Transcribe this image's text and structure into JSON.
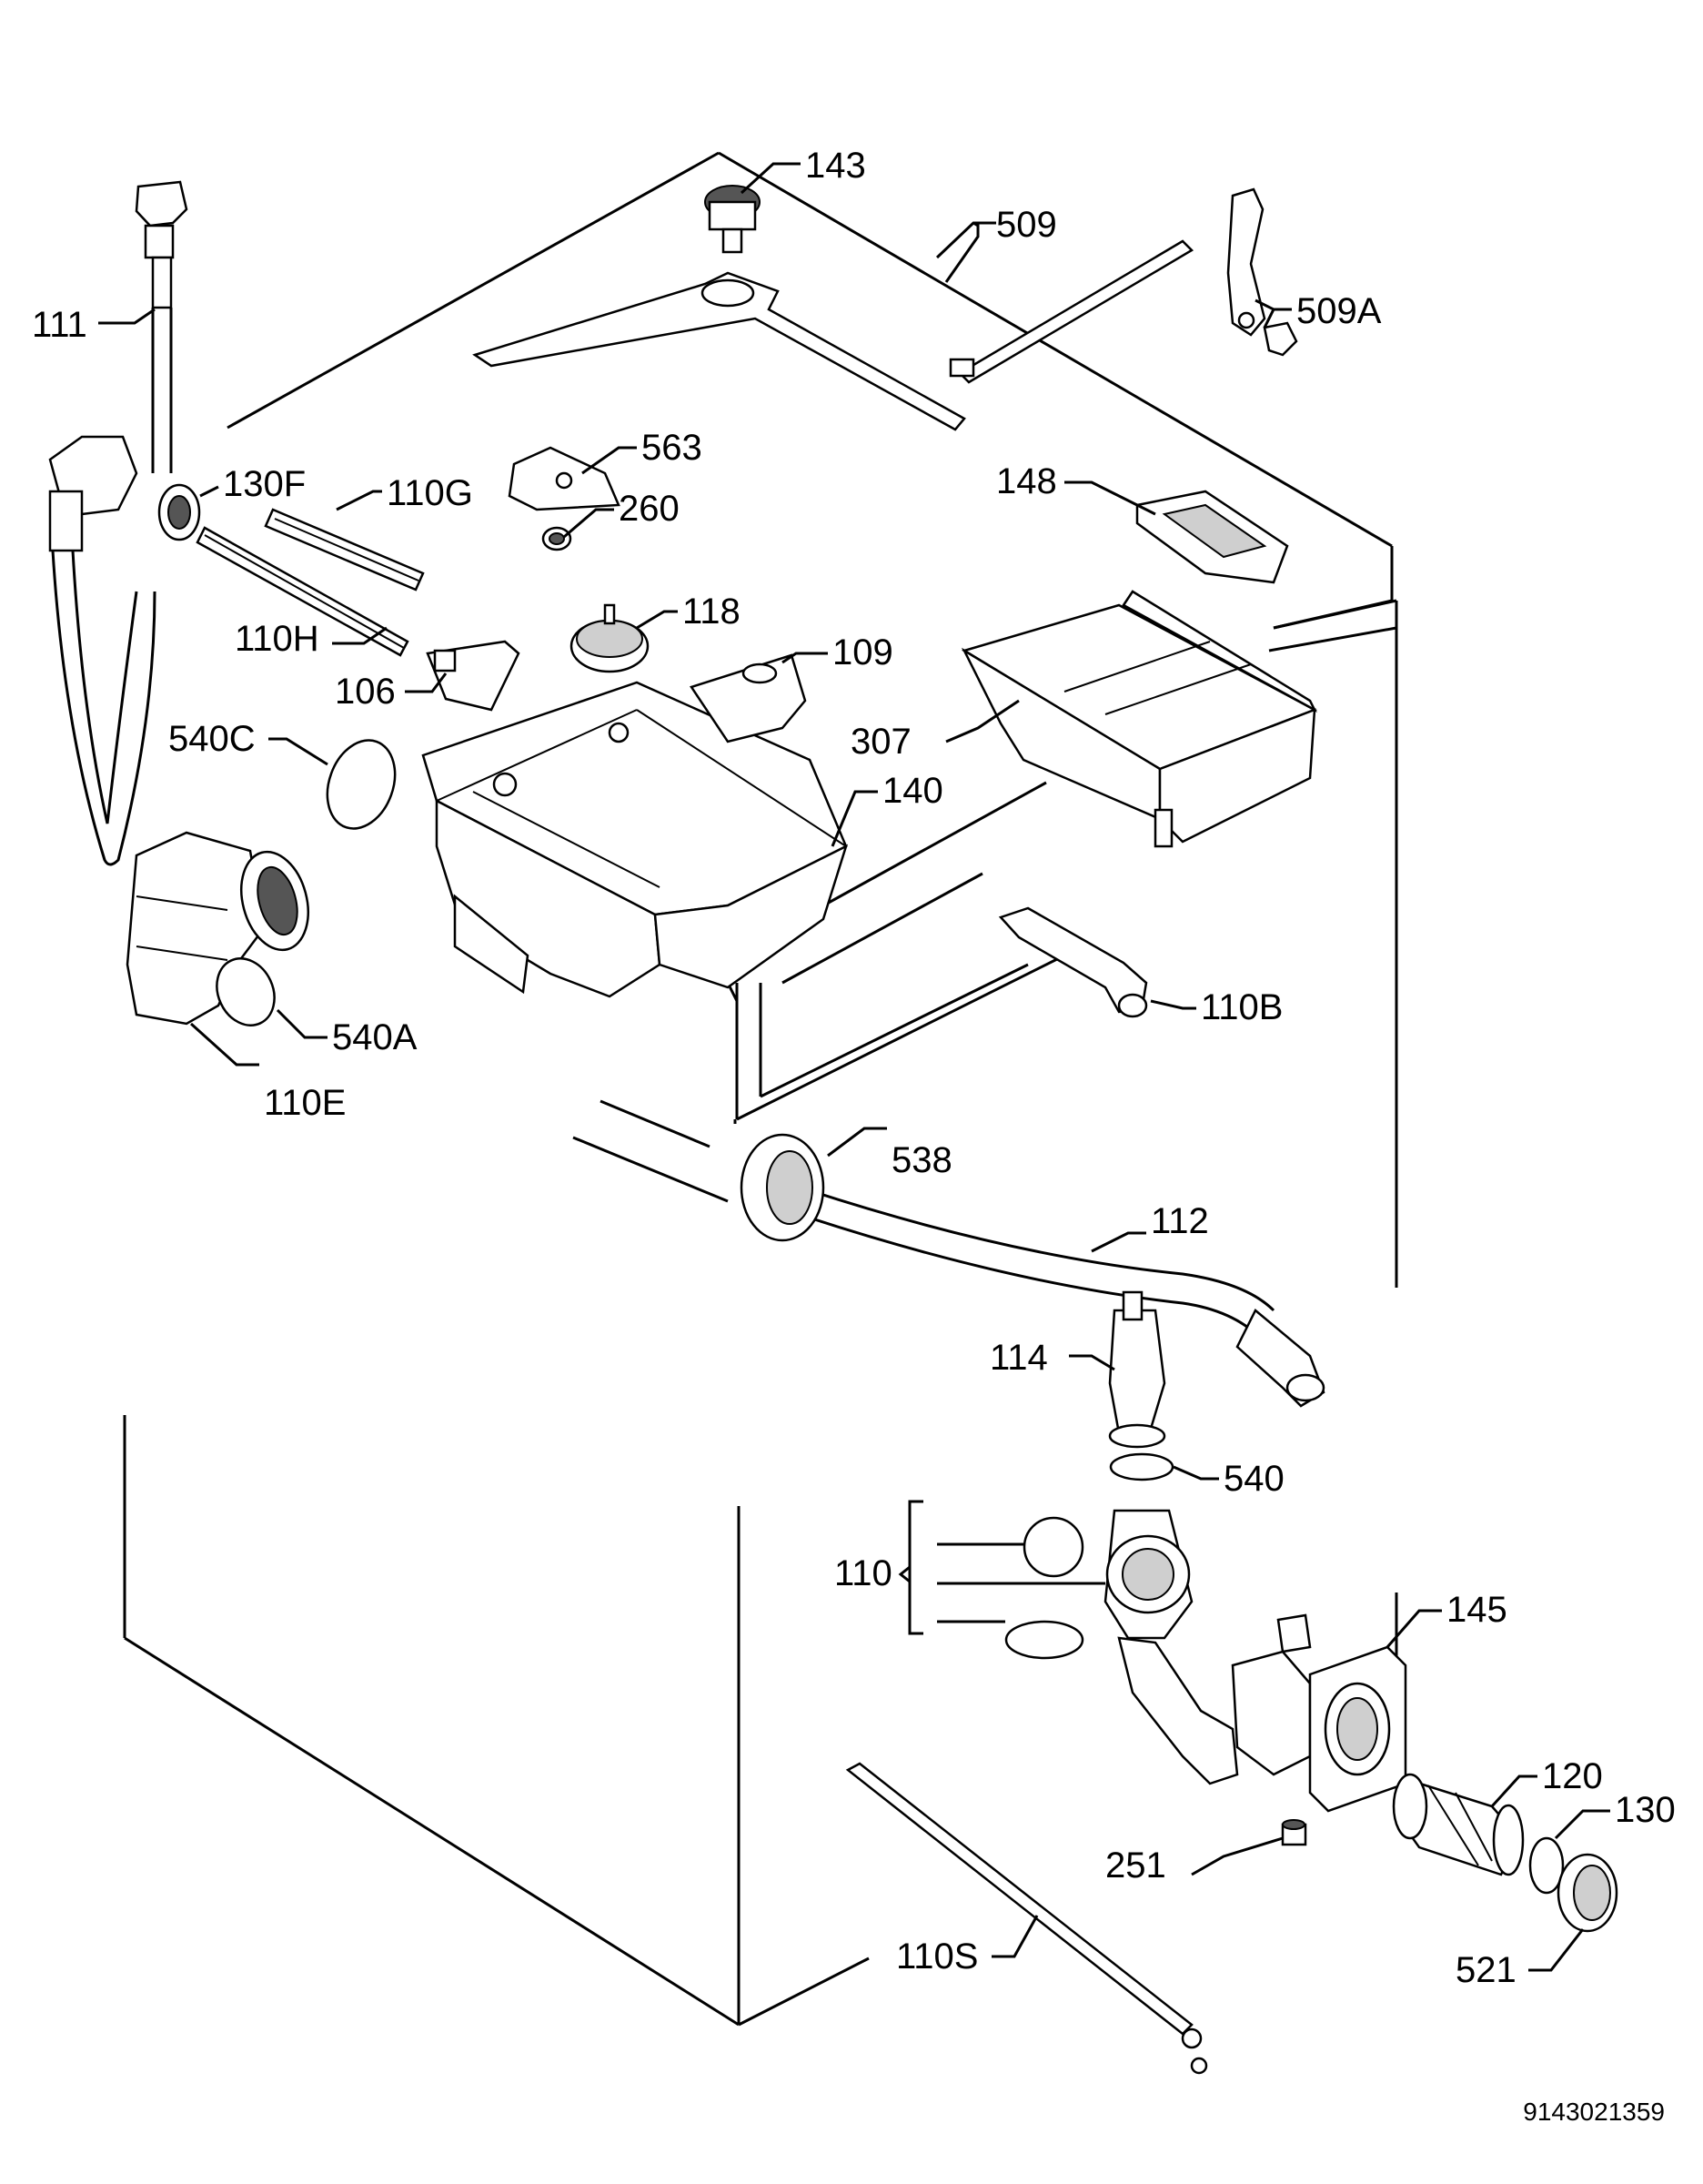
{
  "labels": {
    "l143": "143",
    "l509": "509",
    "l509a": "509A",
    "l111": "111",
    "l563": "563",
    "l130f": "130F",
    "l110g": "110G",
    "l260": "260",
    "l148": "148",
    "l118": "118",
    "l109": "109",
    "l110h": "110H",
    "l106": "106",
    "l540c": "540C",
    "l307": "307",
    "l140": "140",
    "l110b": "110B",
    "l540a": "540A",
    "l110e": "110E",
    "l538": "538",
    "l112": "112",
    "l114": "114",
    "l540": "540",
    "l110": "110",
    "l145": "145",
    "l120": "120",
    "l130": "130",
    "l251": "251",
    "l110s": "110S",
    "l521": "521"
  },
  "footer": {
    "code": "9143021359"
  }
}
